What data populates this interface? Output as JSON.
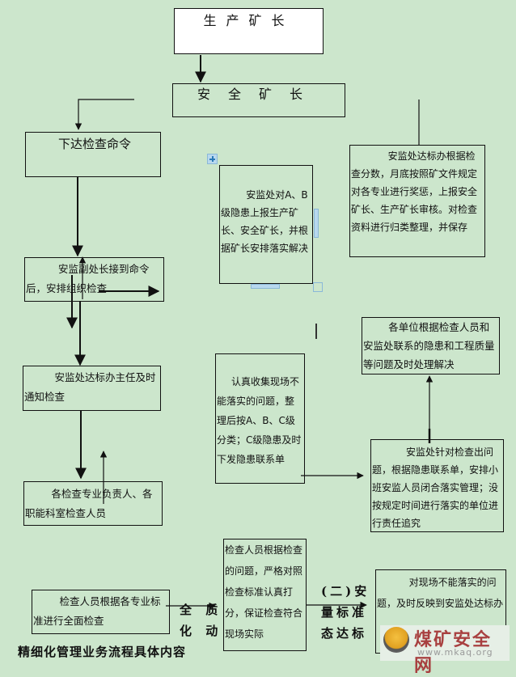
{
  "diagram": {
    "caption": "精细化管理业务流程具体内容",
    "nodes": {
      "production_director": "生产矿长",
      "safety_director": "安全矿长",
      "issue_order": "下达检查命令",
      "deputy_chief": "安监副处长接到命令后，安排组织检查",
      "standard_office_director": "安监处达标办主任及时通知检查",
      "inspectors": "各检查专业负责人、各职能科室检查人员",
      "comprehensive_inspection": "检查人员根据各专业标准进行全面检查",
      "scoring": "检查人员根据检查的问题，严格对照检查标准认真打分，保证检查符合现场实际",
      "report_unresolved": "对现场不能落实的问题，及时反映到安监处达标办",
      "collect_classify": "认真收集现场不能落实的问题，整理后按A、B、C级分类；C级隐患及时下发隐患联系单",
      "ab_hazard_report": "安监处对A、B级隐患上报生产矿长、安全矿长，并根据矿长安排落实解决",
      "closed_loop": "安监处针对检查出问题，根据隐患联系单，安排小班安监人员闭合落实管理；没按规定时间进行落实的单位进行责任追究",
      "units_resolve": "各单位根据检查人员和安监处联系的隐患和工程质量等问题及时处理解决",
      "rewards_archive": "安监处达标办根据检查分数，月底按照矿文件规定对各专业进行奖惩，上报安全矿长、生产矿长审核。对检查资料进行归类整理，并保存"
    },
    "side_labels": {
      "left_top": "全  质",
      "left_bottom": "化  动",
      "right_top": "(二)安",
      "right_mid": "量标准",
      "right_bottom": "态达标"
    }
  },
  "watermark": {
    "brand": "煤矿安全网",
    "url": "www.mkaq.org"
  },
  "colors": {
    "background": "#cce6cc",
    "line": "#111111",
    "brand": "#a84040"
  }
}
